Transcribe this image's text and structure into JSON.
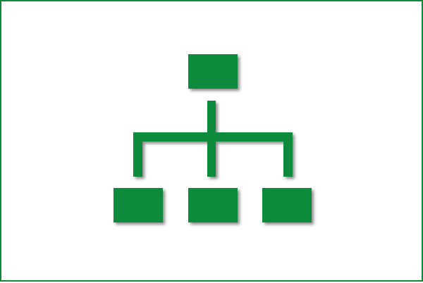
{
  "diagram": {
    "type": "hierarchy",
    "icon": "org-chart-icon",
    "levels": [
      {
        "level": 0,
        "node_count": 1
      },
      {
        "level": 1,
        "node_count": 3
      }
    ],
    "colors": {
      "accent": "#0b8a3b",
      "frame": "#0e8a3a",
      "background": "#ffffff",
      "shadow": "#9a9a9a"
    }
  }
}
